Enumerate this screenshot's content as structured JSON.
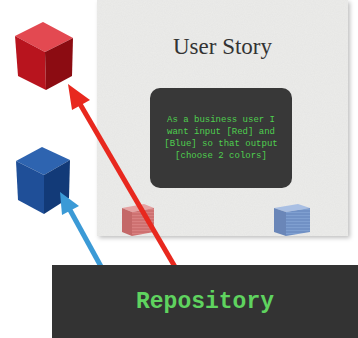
{
  "diagram": {
    "nodes": [
      {
        "text": [
          "User Story"
        ]
      },
      {
        "text": [
          "As a business user I want input [Red] and [Blue] so that output [choose 2 colors]"
        ],
        "in": 0
      },
      {
        "text": [
          "Repository"
        ]
      }
    ]
  }
}
